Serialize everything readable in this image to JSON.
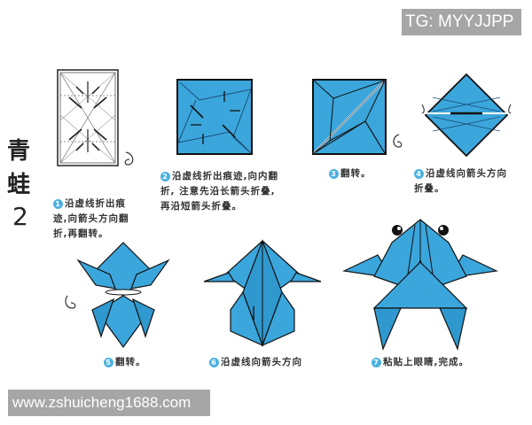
{
  "watermark_top": "TG: MYYJJPP",
  "watermark_bottom": "www.zshuicheng1688.com",
  "title": {
    "line1": "青",
    "line2": "蛙",
    "number": "2"
  },
  "colors": {
    "paper_blue": "#3ba6dc",
    "paper_blue_dark": "#1e88c7",
    "line": "#1a1a1a",
    "step_badge": "#4ab1e0",
    "watermark_bg": "#a6a6a6"
  },
  "steps": [
    {
      "number": "1",
      "lines": [
        "沿虚线折出痕",
        "迹,向箭头方向翻",
        "折,再翻转。"
      ]
    },
    {
      "number": "2",
      "lines": [
        "沿虚线折出痕迹,向内翻",
        "折, 注意先沿长箭头折叠,",
        "再沿短箭头折叠。"
      ]
    },
    {
      "number": "3",
      "lines": [
        "翻转。"
      ]
    },
    {
      "number": "4",
      "lines": [
        "沿虚线向箭头方向",
        "折叠。"
      ]
    },
    {
      "number": "5",
      "lines": [
        "翻转。"
      ]
    },
    {
      "number": "6",
      "lines": [
        "沿虚线向箭头方向"
      ]
    },
    {
      "number": "7",
      "lines": [
        "粘贴上眼睛,完成。"
      ]
    }
  ]
}
